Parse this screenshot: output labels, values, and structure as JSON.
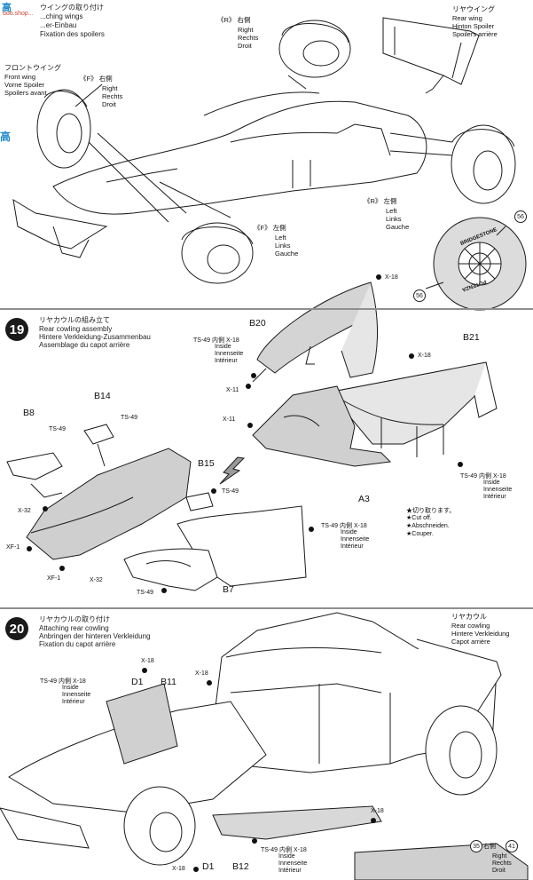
{
  "watermark": {
    "top": "高",
    "bottom": "ooo.shop..."
  },
  "side_watermark": "高",
  "step18": {
    "title_jp": "ウイングの取り付け",
    "title_en": "...ching wings",
    "title_de": "...er-Einbau",
    "title_fr": "Fixation des spoilers",
    "front_wing": {
      "jp": "フロントウイング",
      "en": "Front wing",
      "de": "Vorne Spoiler",
      "fr": "Spoilers avant"
    },
    "rear_wing": {
      "jp": "リヤウイング",
      "en": "Rear wing",
      "de": "Hinton Spoiler",
      "fr": "Spoilers arrière"
    },
    "R_top": {
      "mark": "《R》",
      "jp": "右側",
      "en": "Right",
      "de": "Rechts",
      "fr": "Droit"
    },
    "F_front": {
      "mark": "《F》",
      "jp": "右側",
      "en": "Right",
      "de": "Rechts",
      "fr": "Droit"
    },
    "R_bottom": {
      "mark": "《R》",
      "jp": "左側",
      "en": "Left",
      "de": "Links",
      "fr": "Gauche"
    },
    "F_bottom": {
      "mark": "《F》",
      "jp": "左側",
      "en": "Left",
      "de": "Links",
      "fr": "Gauche"
    },
    "tire_brand": "BRIDGESTONE",
    "tire_brand_rev": "POTENZA",
    "decal_56a": "56",
    "decal_56b": "56",
    "x18": "X-18"
  },
  "step19": {
    "number": "19",
    "title_jp": "リヤカウルの組み立て",
    "title_en": "Rear cowling assembly",
    "title_de": "Hintere Verkleidung-Zusammenbau",
    "title_fr": "Assemblage du capot arrière",
    "parts": {
      "b20": "B20",
      "b21": "B21",
      "b14": "B14",
      "b8": "B8",
      "b15": "B15",
      "a3": "A3",
      "b7": "B7"
    },
    "screws": {
      "ts49_inside": "TS-49 内側 X-18",
      "inside_en": "Inside",
      "inside_de": "Innenseite",
      "inside_fr": "Intérieur",
      "x18": "X-18",
      "x11": "X-11",
      "ts49": "TS-49",
      "x32": "X-32",
      "xf1": "XF-1"
    },
    "cut": {
      "jp": "★切り取ります。",
      "en": "★Cut off.",
      "de": "★Abschneiden.",
      "fr": "★Couper."
    }
  },
  "step20": {
    "number": "20",
    "title_jp": "リヤカウルの取り付け",
    "title_en": "Attaching rear cowling",
    "title_de": "Anbringen der hinteren Verkleidung",
    "title_fr": "Fixation du capot arrière",
    "rear_cowl": {
      "jp": "リヤカウル",
      "en": "Rear cowling",
      "de": "Hintere Verkleidung",
      "fr": "Capot arrière"
    },
    "parts": {
      "d1": "D1",
      "b11": "B11",
      "b12": "B12"
    },
    "screws": {
      "x18": "X-18",
      "ts49_inside": "TS-49 内側 X-18",
      "inside_en": "Inside",
      "inside_de": "Innenseite",
      "inside_fr": "Intérieur"
    },
    "decal": {
      "n1": "35",
      "jp": "右側",
      "n2": "41",
      "en": "Right",
      "de": "Rechts",
      "fr": "Droit"
    }
  }
}
